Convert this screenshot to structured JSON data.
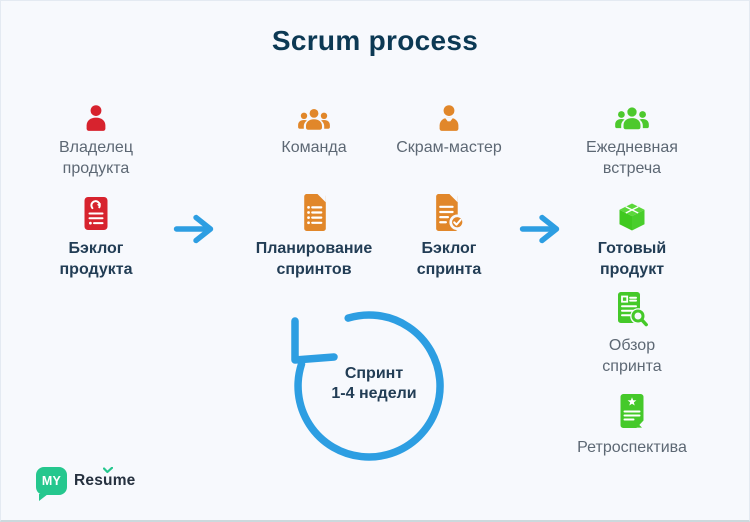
{
  "title": "Scrum process",
  "roles": [
    {
      "label": "Владелец\nпродукта",
      "icon": "person-icon",
      "color": "#d7232e"
    },
    {
      "label": "Команда",
      "icon": "team-icon",
      "color": "#e1872a"
    },
    {
      "label": "Скрам-мастер",
      "icon": "person-tie-icon",
      "color": "#e1872a"
    },
    {
      "label": "Ежедневная\nвстреча",
      "icon": "team-icon",
      "color": "#4dc92d"
    }
  ],
  "process": [
    {
      "label": "Бэклог\nпродукта",
      "icon": "backlog-icon",
      "color": "#d7232e"
    },
    {
      "label": "Планирование\nспринтов",
      "icon": "checklist-icon",
      "color": "#e1872a"
    },
    {
      "label": "Бэклог\nспринта",
      "icon": "doc-check-icon",
      "color": "#e1872a"
    },
    {
      "label": "Готовый\nпродукт",
      "icon": "box-icon",
      "color": "#4dc92d"
    }
  ],
  "ceremonies": [
    {
      "label": "Обзор\nспринта",
      "icon": "doc-magnifier-icon",
      "color": "#4dc92d"
    },
    {
      "label": "Ретроспектива",
      "icon": "certificate-icon",
      "color": "#4dc92d"
    }
  ],
  "sprint_loop": {
    "text": "Спринт\n1-4 недели",
    "icon": "loop-arrow-icon"
  },
  "logo": {
    "badge": "MY",
    "name": "Resume"
  },
  "colors": {
    "red": "#d7232e",
    "orange": "#e1872a",
    "green": "#4dc92d",
    "blue": "#2d9ee2",
    "navy_title": "#0c3954",
    "gray_text": "#5d6874",
    "dark_text": "#223d55",
    "logo_green": "#25c78e",
    "background": "#f7f9fd"
  }
}
